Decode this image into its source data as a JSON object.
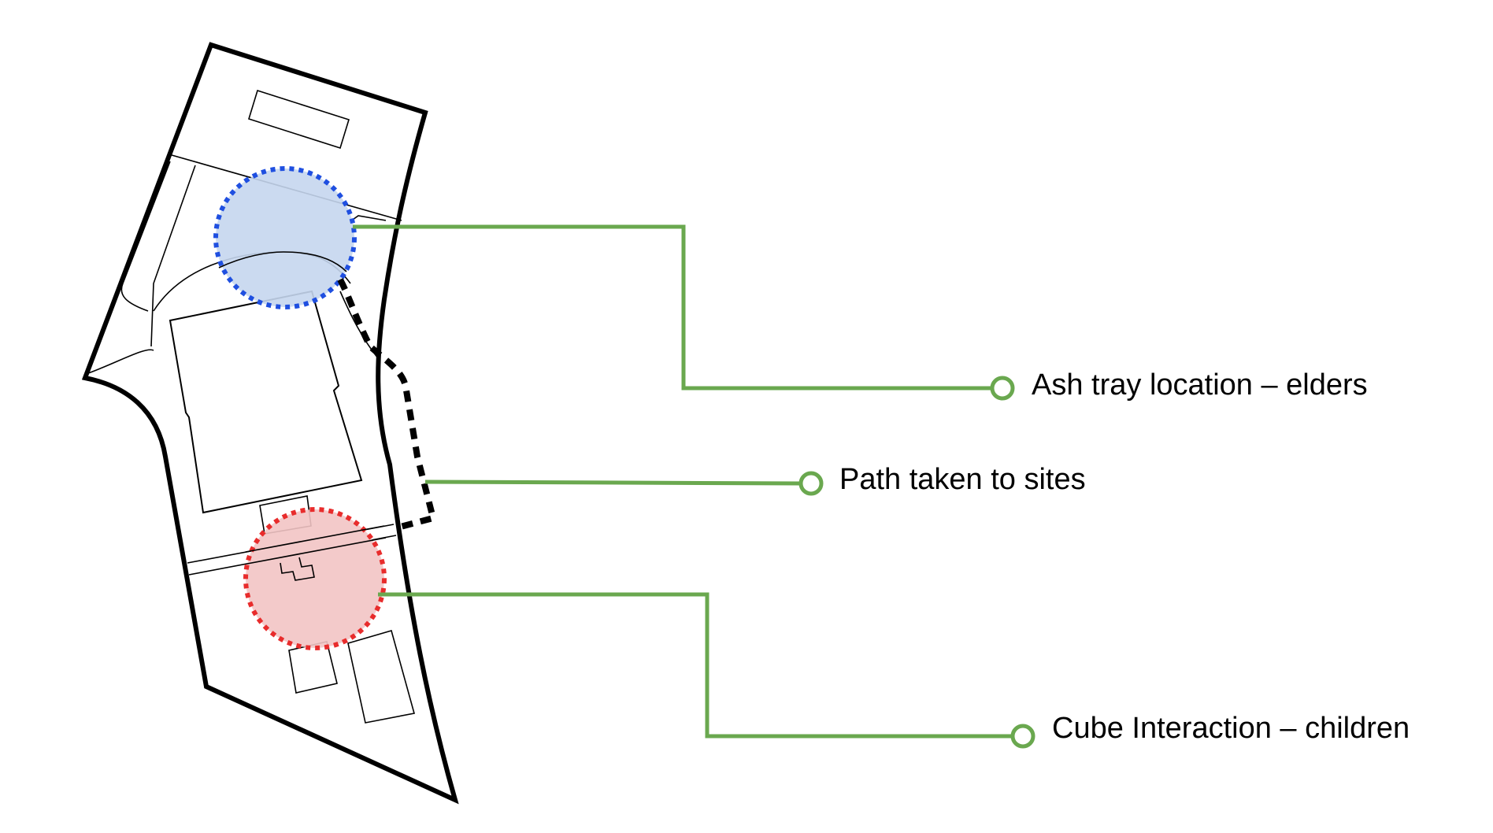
{
  "colors": {
    "outline": "#000000",
    "callout_line": "#6aa84f",
    "elders_zone_stroke": "#1f4fe0",
    "elders_zone_fill": "#c5d6ee",
    "children_zone_stroke": "#e82c2c",
    "children_zone_fill": "#f2c4c4",
    "path_dash": "#000000",
    "background": "#ffffff"
  },
  "callouts": {
    "ash_tray": {
      "label": "Ash tray location – elders",
      "marker": "elders-zone"
    },
    "path": {
      "label": "Path taken to sites",
      "marker": "dashed-path"
    },
    "cube": {
      "label": "Cube Interaction – children",
      "marker": "children-zone"
    }
  }
}
